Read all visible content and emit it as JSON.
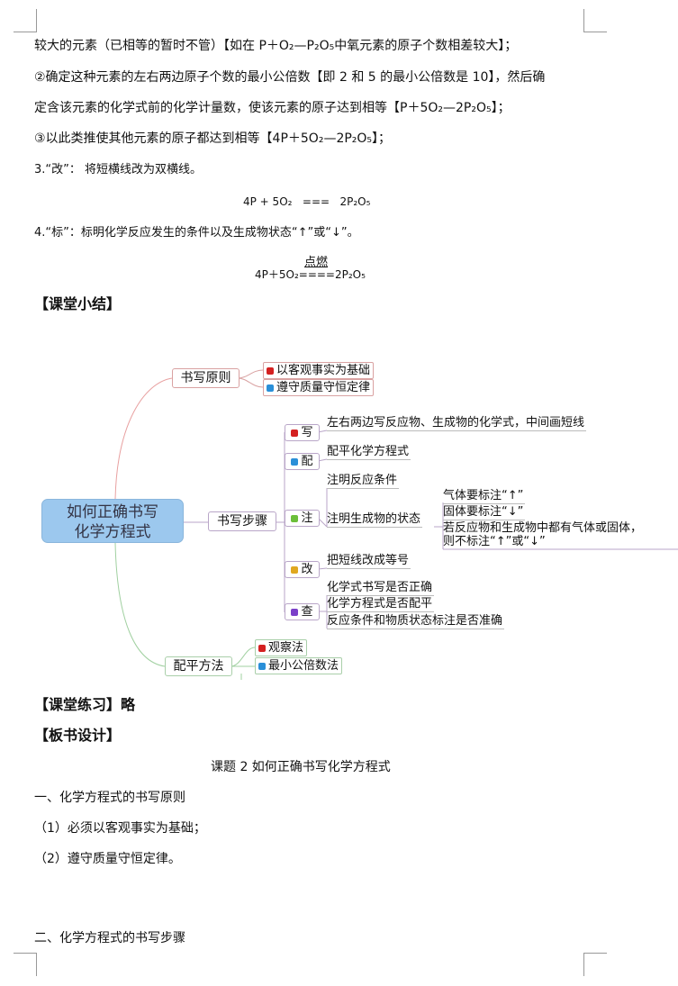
{
  "doc": {
    "line1": "较大的元素（已相等的暂时不管）【如在 P＋O₂—P₂O₅中氧元素的原子个数相差较大】；",
    "line2": "②确定这种元素的左右两边原子个数的最小公倍数【即 2 和 5 的最小公倍数是 10】，然后确",
    "line3": "定含该元素的化学式前的化学计量数，使该元素的原子达到相等【P＋5O₂—2P₂O₅】；",
    "line4": "③以此类推使其他元素的原子都达到相等【4P＋5O₂—2P₂O₅】；",
    "line5": "3.“改”：  将短横线改为双横线。",
    "eq1": "4P + 5O₂   ===   2P₂O₅",
    "line6": "4.“标”：标明化学反应发生的条件以及生成物状态“↑”或“↓”。",
    "eq2_condition": "点燃",
    "eq2": "4P＋5O₂====2P₂O₅",
    "summary_heading": "【课堂小结】",
    "practice_heading": "【课堂练习】略",
    "board_heading": "【板书设计】",
    "board_title": "课题 2  如何正确书写化学方程式",
    "section1": "一、化学方程式的书写原则",
    "item1": "（1）必须以客观事实为基础；",
    "item2": "（2）遵守质量守恒定律。",
    "section2": "二、化学方程式的书写步骤"
  },
  "mindmap": {
    "central": [
      "如何正确书写",
      "化学方程式"
    ],
    "principles": {
      "label": "书写原则",
      "items": [
        "以客观事实为基础",
        "遵守质量守恒定律"
      ]
    },
    "steps": {
      "label": "书写步骤",
      "write": {
        "label": "写",
        "items": [
          "左右两边写反应物、生成物的化学式，中间画短线"
        ]
      },
      "balance": {
        "label": "配",
        "items": [
          "配平化学方程式"
        ]
      },
      "note": {
        "label": "注",
        "items": [
          "注明反应条件",
          "注明生成物的状态"
        ],
        "state": [
          "气体要标注“↑”",
          "固体要标注“↓”",
          "若反应物和生成物中都有气体或固体，",
          "则不标注“↑”或“↓”"
        ]
      },
      "change": {
        "label": "改",
        "items": [
          "把短线改成等号"
        ]
      },
      "check": {
        "label": "查",
        "items": [
          "化学式书写是否正确",
          "化学方程式是否配平",
          "反应条件和物质状态标注是否准确"
        ]
      }
    },
    "methods": {
      "label": "配平方法",
      "items": [
        "观察法",
        "最小公倍数法"
      ]
    },
    "colors": {
      "red": "#d42020",
      "blue": "#2a8fd8",
      "green": "#6cbf3a",
      "yellow": "#e0a820",
      "purple": "#7a3fc8",
      "central": "#9cc8ee"
    }
  }
}
